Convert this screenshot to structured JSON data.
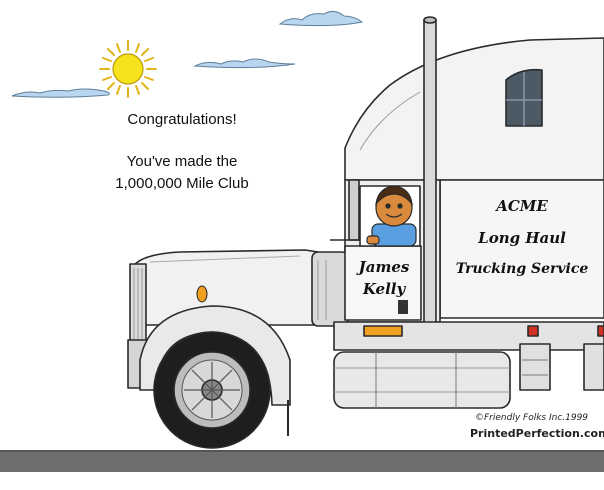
{
  "message": {
    "line1": "Congratulations!",
    "line2": "You've made the",
    "line3": "1,000,000 Mile Club"
  },
  "cab_door": {
    "first_name": "James",
    "last_name": "Kelly"
  },
  "trailer": {
    "company": "ACME",
    "line2": "Long Haul",
    "line3": "Trucking Service"
  },
  "credits": {
    "copyright": "©Friendly Folks Inc.1999",
    "website": "PrintedPerfection.com"
  },
  "colors": {
    "sky_cloud": "#9fc7e8",
    "sun": "#f5e21c",
    "truck_body": "#f3f3f3",
    "outline": "#2a2a2a",
    "road": "#6e6e6e",
    "skin": "#d98a3c",
    "shirt": "#5aa0e0",
    "marker_light": "#f0a020",
    "tail_light": "#d23020"
  },
  "icons": [
    "sun-icon",
    "cloud-icon",
    "truck-illustration",
    "driver-figure"
  ]
}
